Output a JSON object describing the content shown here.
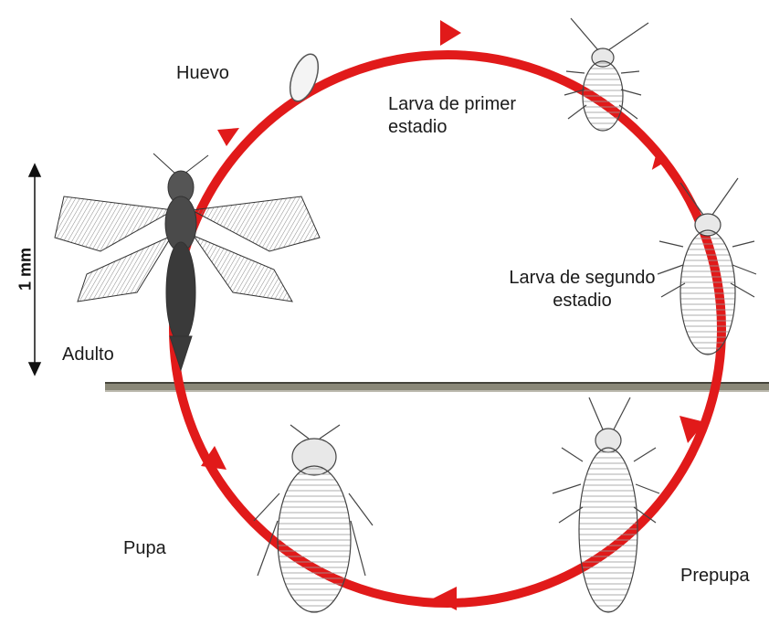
{
  "diagram": {
    "scale_label": "1 mm",
    "colors": {
      "cycle": "#e11a1a",
      "ground": "#8a8878",
      "ground_edge": "#45443b",
      "insect": "#3a3a3a"
    },
    "stages": {
      "egg": "Huevo",
      "larva1": "Larva de primer estadio",
      "larva2": "Larva de segundo estadio",
      "prepupa": "Prepupa",
      "pupa": "Pupa",
      "adult": "Adulto"
    }
  }
}
